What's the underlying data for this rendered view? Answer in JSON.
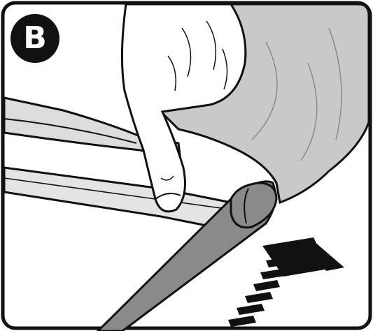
{
  "step": {
    "label": "B"
  },
  "illustration": {
    "subject": "hand",
    "colors": {
      "outline": "#111111",
      "bag": "#c9c9c9",
      "tape": "#8a8a8a",
      "arrow": "#111111",
      "background": "#ffffff"
    }
  },
  "arrow": {
    "icon": "speed-arrow-icon",
    "direction": "up-right"
  }
}
